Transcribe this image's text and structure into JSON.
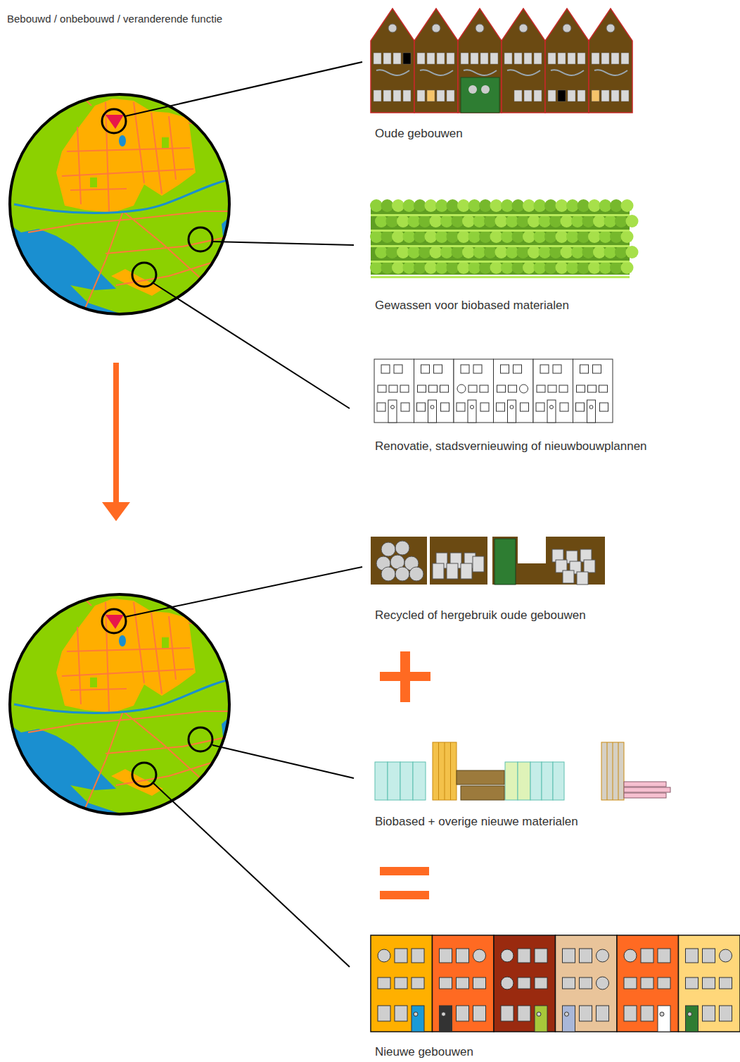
{
  "diagram": {
    "title": "Bebouwd / onbebouwd / veranderende functie",
    "nodes": [
      {
        "text": [
          "Oude gebouwen"
        ]
      },
      {
        "text": [
          "Gewassen voor biobased materialen"
        ]
      },
      {
        "text": [
          "Renovatie, stadsvernieuwing of nieuwbouwplannen"
        ]
      },
      {
        "text": [
          "Recycled of hergebruik oude gebouwen"
        ]
      },
      {
        "text": [
          "Biobased + overige nieuwe materialen"
        ]
      },
      {
        "text": [
          "Nieuwe gebouwen"
        ]
      }
    ]
  }
}
